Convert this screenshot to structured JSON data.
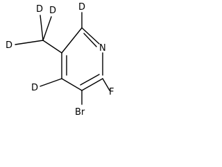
{
  "molecule": {
    "atoms": {
      "n": "N",
      "f": "F",
      "br": "Br",
      "d_ring_top": "D",
      "d_ring_left": "D",
      "d_methyl_top": "D",
      "d_methyl_right": "D",
      "d_methyl_left": "D"
    }
  }
}
